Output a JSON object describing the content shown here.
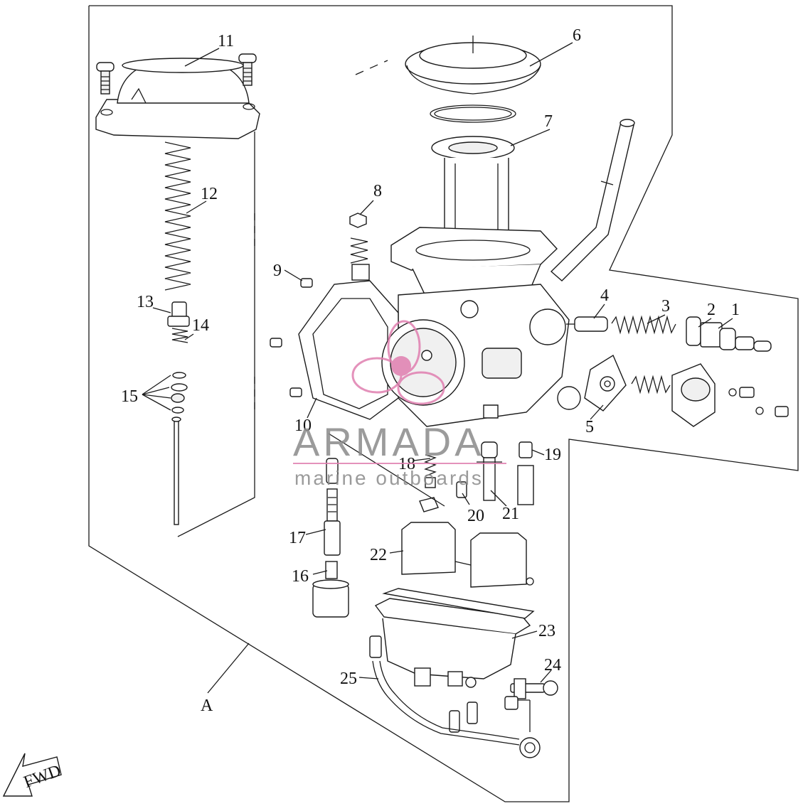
{
  "diagram": {
    "callouts": [
      "1",
      "2",
      "3",
      "4",
      "5",
      "6",
      "7",
      "8",
      "9",
      "10",
      "11",
      "12",
      "13",
      "14",
      "15",
      "16",
      "17",
      "18",
      "19",
      "20",
      "21",
      "22",
      "23",
      "24",
      "25"
    ],
    "section_label": "A",
    "direction_label": "FWD"
  },
  "watermark": {
    "brand": "ARMADA",
    "tagline": "marine outboards",
    "accent_color": "#e07fb0"
  }
}
